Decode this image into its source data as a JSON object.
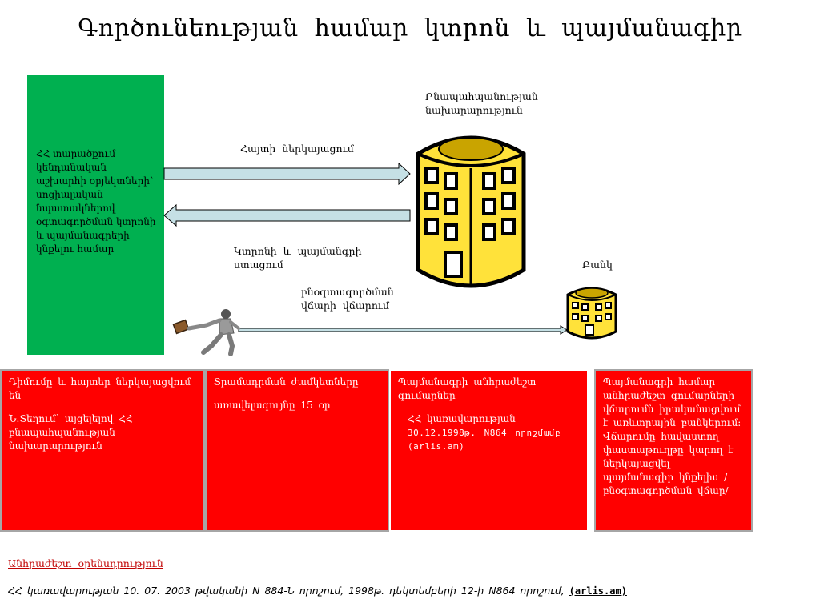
{
  "title": "Գործունեության համար կտրոն և պայմանագիր",
  "green_box": {
    "text": "ՀՀ տարածքում կենդանական աշխարհի օբյեկտների՝ սոցիալական նպատակներով օգտագործման կտրոնի և պայմանագրերի կնքելու համար"
  },
  "ministry_label": "Բնապահպանության նախարարություն",
  "arrow_top_label": "Հայտի ներկայացում",
  "arrow_bottom_label": "Կտրոնի և պայմանգրի ստացում",
  "bank_label": "Բանկ",
  "fee_label": "բնօգտագործման վճարի վճարում",
  "boxes": {
    "box1": {
      "line1": "Դիմումը և հայտեր ներկայացվում են",
      "line2": "Ն.Տեղում՝ այցելելով ՀՀ բնապահպանության նախարարություն"
    },
    "box2": {
      "line1": "Տրամադրման ժամկետները",
      "line2": "առավելագույնը 15 օր"
    },
    "box3": {
      "line1": "Պայմանագրի անհրաժեշտ գումարներ",
      "line2_prefix": "ՀՀ կառավարության",
      "line2_mono": "30.12.1998թ. N864 որոշմամբ (arlis.am)"
    },
    "box4": {
      "text": "Պայմանագրի համար անհրաժեշտ գումարների վճարումն իրականացվում է առևտրային բանկերում: Վճարումը հավաստող փաստաթուղթը կարող է ներկայացվել պայմանագիր կնքելիս /բնօգտագործման վճար/"
    }
  },
  "footer": {
    "heading": "Անհրաժեշտ օրենսդրություն",
    "text": "ՀՀ կառավարության 10. 07. 2003 թվականի N 884-Ն որոշում,  1998թ. դեկտեմբերի 12-ի N864 որոշում,",
    "link": "(arlis.am)"
  },
  "colors": {
    "green": "#00b050",
    "red": "#ff0000",
    "arrow_fill": "#c5e0e5",
    "building_yellow": "#ffe23a"
  }
}
